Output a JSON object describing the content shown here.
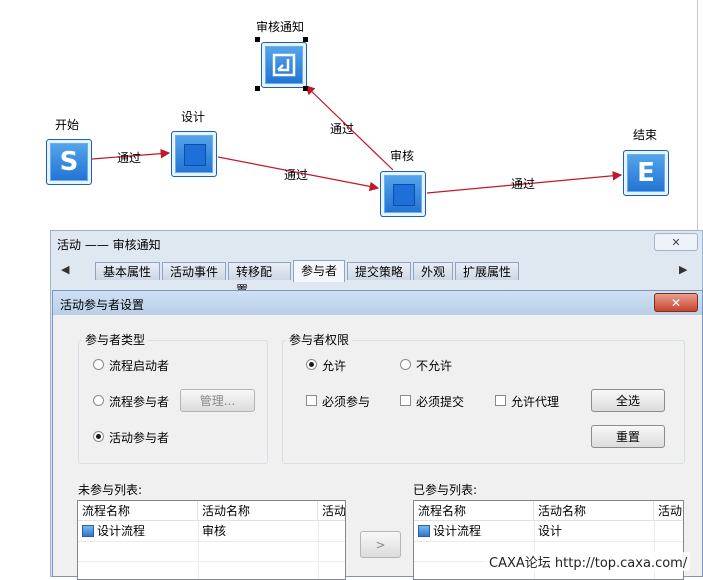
{
  "workflow": {
    "nodes": {
      "start": {
        "label": "开始",
        "glyph": "S"
      },
      "design": {
        "label": "设计"
      },
      "notify": {
        "label": "审核通知"
      },
      "review": {
        "label": "审核"
      },
      "end": {
        "label": "结束",
        "glyph": "E"
      }
    },
    "edges": {
      "start_design": "通过",
      "design_review": "通过",
      "review_notify": "通过",
      "review_end": "通过"
    },
    "colors": {
      "edge": "#c0182a",
      "node": "#2a7fe0"
    }
  },
  "props_panel": {
    "title": "活动 —— 审核通知",
    "close_label": "✕",
    "tabs": [
      "基本属性",
      "活动事件",
      "转移配置",
      "参与者",
      "提交策略",
      "外观",
      "扩展属性"
    ],
    "active_tab": "参与者"
  },
  "dialog": {
    "title": "活动参与者设置",
    "close_label": "✕",
    "participant_type": {
      "label": "参与者类型",
      "options": [
        "流程启动者",
        "流程参与者",
        "活动参与者"
      ],
      "selected": "活动参与者",
      "manage_button": "管理..."
    },
    "permissions": {
      "label": "参与者权限",
      "allow": "允许",
      "disallow": "不允许",
      "selected": "允许",
      "checks": [
        "必须参与",
        "必须提交",
        "允许代理"
      ],
      "select_all": "全选",
      "reset": "重置"
    },
    "unjoined": {
      "label": "未参与列表:",
      "columns": [
        "流程名称",
        "活动名称",
        "活动"
      ],
      "rows": [
        {
          "process": "设计流程",
          "activity": "审核"
        }
      ]
    },
    "joined": {
      "label": "已参与列表:",
      "columns": [
        "流程名称",
        "活动名称",
        "活动"
      ],
      "rows": [
        {
          "process": "设计流程",
          "activity": "设计"
        }
      ]
    },
    "move_button": ">"
  },
  "watermark": "CAXA论坛 http://top.caxa.com/"
}
